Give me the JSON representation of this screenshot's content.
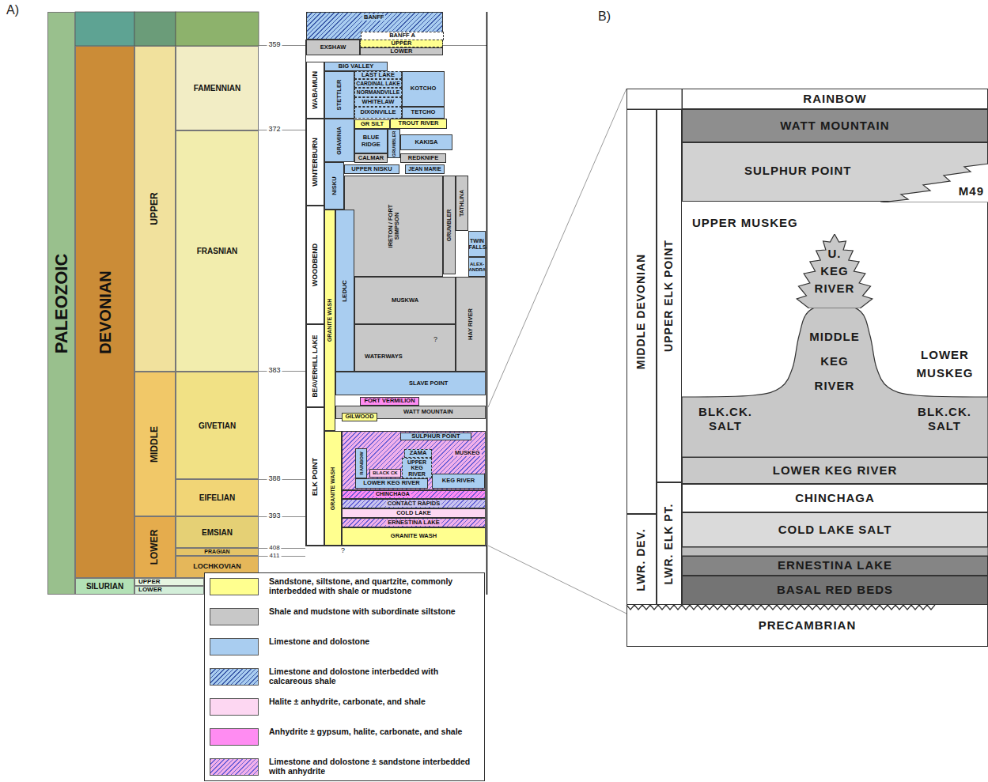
{
  "diagram": {
    "nodes": [
      {
        "text": [
          "PALEOZOIC"
        ]
      },
      {
        "text": [
          "DEVONIAN"
        ]
      },
      {
        "text": [
          "UPPER"
        ]
      },
      {
        "text": [
          "MIDDLE"
        ]
      },
      {
        "text": [
          "LOWER"
        ]
      },
      {
        "text": [
          "FAMENNIAN"
        ]
      },
      {
        "text": [
          "FRASNIAN"
        ]
      },
      {
        "text": [
          "GIVETIAN"
        ]
      },
      {
        "text": [
          "EIFELIAN"
        ]
      },
      {
        "text": [
          "EMSIAN"
        ]
      },
      {
        "text": [
          "PRAGIAN"
        ]
      },
      {
        "text": [
          "LOCHKOVIAN"
        ]
      },
      {
        "text": [
          "SILURIAN"
        ]
      },
      {
        "text": [
          "UPPER"
        ]
      },
      {
        "text": [
          "LOWER"
        ]
      },
      {
        "text": [
          "BANFF"
        ]
      },
      {
        "text": [
          "BANFF A"
        ],
        "in": 15
      },
      {
        "text": [
          "EXSHAW"
        ]
      },
      {
        "text": [
          "UPPER"
        ]
      },
      {
        "text": [
          "LOWER"
        ]
      },
      {
        "text": [
          "WABAMUN"
        ]
      },
      {
        "text": [
          "BIG VALLEY"
        ]
      },
      {
        "text": [
          "STETTLER"
        ]
      },
      {
        "text": [
          "LAST LAKE"
        ]
      },
      {
        "text": [
          "CARDINAL LAKE"
        ]
      },
      {
        "text": [
          "NORMANDVILLE"
        ]
      },
      {
        "text": [
          "WHITELAW"
        ]
      },
      {
        "text": [
          "DIXONVILLE"
        ]
      },
      {
        "text": [
          "KOTCHO"
        ]
      },
      {
        "text": [
          "TETCHO"
        ]
      },
      {
        "text": [
          "WINTERBURN"
        ]
      },
      {
        "text": [
          "GRAMINIA"
        ]
      },
      {
        "text": [
          "GR SILT"
        ]
      },
      {
        "text": [
          "TROUT RIVER"
        ]
      },
      {
        "text": [
          "BLUE RIDGE"
        ]
      },
      {
        "text": [
          "GRUMBLER"
        ]
      },
      {
        "text": [
          "KAKISA"
        ]
      },
      {
        "text": [
          "CALMAR"
        ]
      },
      {
        "text": [
          "REDKNIFE"
        ]
      },
      {
        "text": [
          "NISKU"
        ]
      },
      {
        "text": [
          "UPPER NISKU"
        ]
      },
      {
        "text": [
          "JEAN MARIE"
        ]
      },
      {
        "text": [
          "IRETON / FORT SIMPSON"
        ]
      },
      {
        "text": [
          "GRUMBLER"
        ]
      },
      {
        "text": [
          "TATHLINA"
        ]
      },
      {
        "text": [
          "TWIN FALLS"
        ]
      },
      {
        "text": [
          "ALEX- ANDRA"
        ]
      },
      {
        "text": [
          "WOODBEND"
        ]
      },
      {
        "text": [
          "LEDUC"
        ]
      },
      {
        "text": [
          "MUSKWA"
        ]
      },
      {
        "text": [
          "HAY RIVER"
        ]
      },
      {
        "text": [
          "BEAVERHILL LAKE"
        ]
      },
      {
        "text": [
          "GRANITE WASH"
        ]
      },
      {
        "text": [
          "WATERWAYS"
        ]
      },
      {
        "text": [
          "SLAVE POINT"
        ]
      },
      {
        "text": [
          "FORT VERMILION"
        ]
      },
      {
        "text": [
          "ELK POINT"
        ]
      },
      {
        "text": [
          "WATT MOUNTAIN"
        ]
      },
      {
        "text": [
          "GILWOOD"
        ]
      },
      {
        "text": [
          "GRANITE WASH"
        ]
      },
      {
        "text": [
          "MUSKEG"
        ]
      },
      {
        "text": [
          "SULPHUR POINT"
        ],
        "in": 60
      },
      {
        "text": [
          "RAINBOW"
        ],
        "in": 60
      },
      {
        "text": [
          "ZAMA"
        ],
        "in": 60
      },
      {
        "text": [
          "UPPER KEG RIVER"
        ],
        "in": 60
      },
      {
        "text": [
          "BLACK CK"
        ],
        "in": 60
      },
      {
        "text": [
          "LOWER KEG RIVER"
        ],
        "in": 60
      },
      {
        "text": [
          "KEG RIVER"
        ],
        "in": 60
      },
      {
        "text": [
          "CHINCHAGA"
        ]
      },
      {
        "text": [
          "CONTACT RAPIDS"
        ]
      },
      {
        "text": [
          "COLD LAKE"
        ]
      },
      {
        "text": [
          "ERNESTINA LAKE"
        ]
      },
      {
        "text": [
          "GRANITE WASH"
        ]
      },
      {
        "text": [
          "MIDDLE DEVONIAN"
        ]
      },
      {
        "text": [
          "LWR. DEV."
        ]
      },
      {
        "text": [
          "UPPER ELK POINT"
        ]
      },
      {
        "text": [
          "LWR. ELK PT."
        ]
      },
      {
        "text": [
          "RAINBOW"
        ]
      },
      {
        "text": [
          "WATT MOUNTAIN"
        ]
      },
      {
        "text": [
          "SULPHUR POINT"
        ]
      },
      {
        "text": [
          "M49"
        ],
        "in": 79
      },
      {
        "text": [
          "UPPER MUSKEG"
        ]
      },
      {
        "text": [
          "MIDDLE KEG RIVER"
        ]
      },
      {
        "text": [
          "U. KEG RIVER"
        ]
      },
      {
        "text": [
          "LOWER MUSKEG"
        ]
      },
      {
        "text": [
          "BLK.CK. SALT"
        ]
      },
      {
        "text": [
          "BLK.CK. SALT"
        ]
      },
      {
        "text": [
          "LOWER KEG RIVER"
        ]
      },
      {
        "text": [
          "CHINCHAGA"
        ]
      },
      {
        "text": [
          "COLD LAKE SALT"
        ]
      },
      {
        "text": [
          "ERNESTINA LAKE"
        ]
      },
      {
        "text": [
          "BASAL RED BEDS"
        ]
      },
      {
        "text": [
          "PRECAMBRIAN"
        ]
      }
    ],
    "labels": [
      "A)",
      "B)",
      "359",
      "372",
      "383",
      "388",
      "393",
      "408",
      "411",
      "?",
      "?"
    ],
    "legend": [
      {
        "text": "Sandstone, siltstone, and quartzite, commonly interbedded with shale or mudstone",
        "color": "#ffff8f"
      },
      {
        "text": "Shale and mudstone with subordinate siltstone",
        "color": "#c8c8c8"
      },
      {
        "text": "Limestone and dolostone",
        "color": "#a9cdf0"
      },
      {
        "text": "Limestone and dolostone interbedded with calcareous shale",
        "color": "#a9cdf0"
      },
      {
        "text": "Halite ± anhydrite, carbonate, and shale",
        "color": "#fdd7f2"
      },
      {
        "text": "Anhydrite ± gypsum, halite, carbonate, and shale",
        "color": "#ff8cf2"
      },
      {
        "text": "Limestone and dolostone ± sandstone interbedded with anhydrite",
        "color": "#f1b0ea"
      }
    ]
  }
}
